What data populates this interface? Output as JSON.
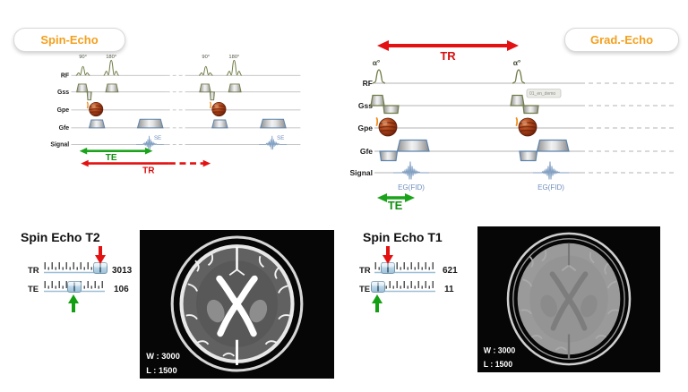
{
  "colors": {
    "accent_orange": "#F4A01E",
    "arrow_red": "#E31111",
    "arrow_green": "#1CA31C",
    "waveform_olive": "#6E7B45",
    "waveform_blue": "#5C83AD",
    "echo_blue": "#7F9EC2"
  },
  "spin_echo_diagram": {
    "pill_label": "Spin-Echo",
    "row_labels": [
      "RF",
      "Gss",
      "Gpe",
      "Gfe",
      "Signal"
    ],
    "rf_pulse_labels": [
      "90°",
      "180°",
      "90°",
      "180°"
    ],
    "echo_labels": [
      "SE",
      "SE"
    ],
    "te_label": "TE",
    "tr_label": "TR"
  },
  "grad_echo_diagram": {
    "pill_label": "Grad.-Echo",
    "row_labels": [
      "RF",
      "Gss",
      "Gpe",
      "Gfe",
      "Signal"
    ],
    "flip_angle_labels": [
      "α°",
      "α°"
    ],
    "echo_labels": [
      "EG(FID)",
      "EG(FID)"
    ],
    "te_label": "TE",
    "tr_label": "TR",
    "gss_tooltip": "01_en_demo"
  },
  "t2_panel": {
    "title": "Spin Echo T2",
    "tr_label": "TR",
    "tr_value": "3013",
    "te_label": "TE",
    "te_value": "106",
    "window_text": "W : 3000",
    "level_text": "L : 1500"
  },
  "t1_panel": {
    "title": "Spin Echo T1",
    "tr_label": "TR",
    "tr_value": "621",
    "te_label": "TE",
    "te_value": "11",
    "window_text": "W : 3000",
    "level_text": "L : 1500"
  }
}
